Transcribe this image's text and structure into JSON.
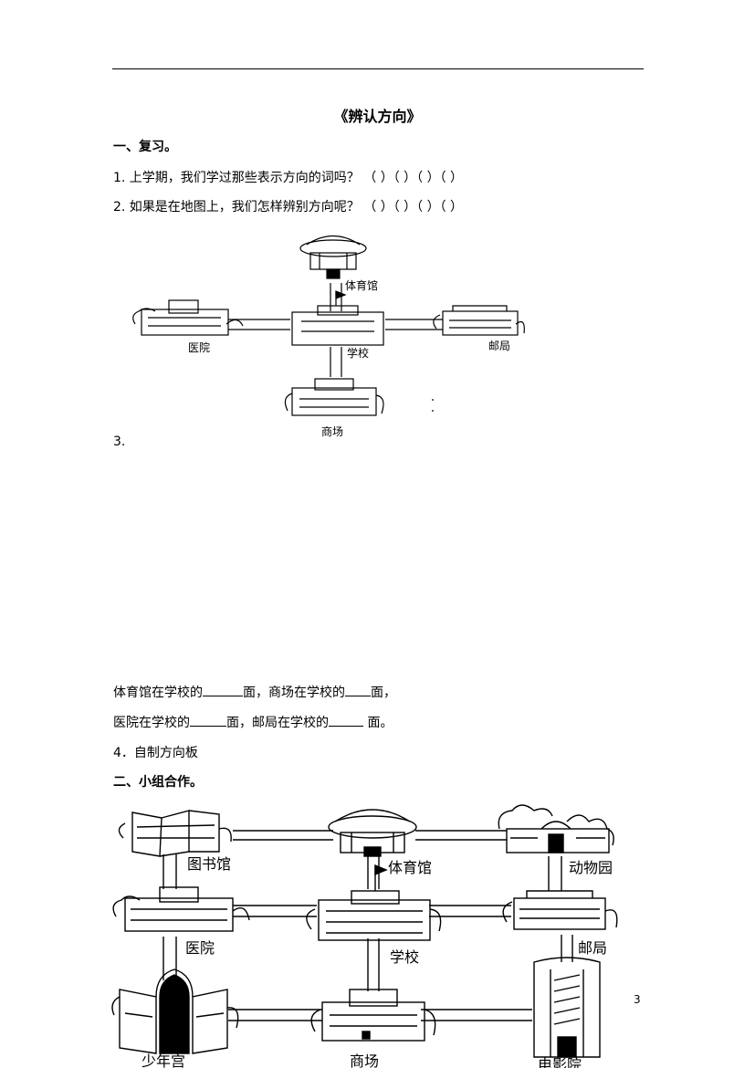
{
  "title": "《辨认方向》",
  "sections": {
    "review": "一、复习。",
    "group": "二、小组合作。"
  },
  "questions": {
    "q1": "1. 上学期，我们学过那些表示方向的词吗？ （   ）（   ）（   ）（   ）",
    "q2": "2. 如果是在地图上，我们怎样辨别方向呢？ （   ）（   ）（   ）（   ）",
    "q3": "3.",
    "q4": "4．自制方向板"
  },
  "fill_in": {
    "line1_a": "体育馆在学校的",
    "line1_b": "面，商场在学校的",
    "line1_c": "面，",
    "line2_a": "医院在学校的",
    "line2_b": "面，邮局在学校的",
    "line2_c": " 面。"
  },
  "map1": {
    "gym": "体育馆",
    "hospital": "医院",
    "school": "学校",
    "post": "邮局",
    "mall": "商场"
  },
  "map2": {
    "library": "图书馆",
    "gym": "体育馆",
    "zoo": "动物园",
    "hospital": "医院",
    "school": "学校",
    "post": "邮局",
    "youth": "少年宫",
    "mall": "商场",
    "cinema": "电影院"
  },
  "page_number": "3"
}
